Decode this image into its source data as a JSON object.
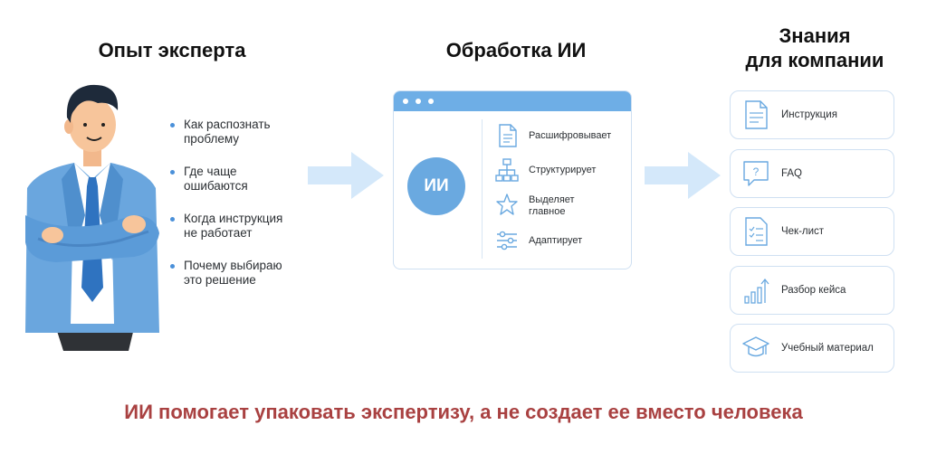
{
  "colors": {
    "accent": "#6aa9e0",
    "arrow": "#d4e8fa",
    "tagline": "#a94141"
  },
  "columns": {
    "expert_title": "Опыт эксперта",
    "ai_title": "Обработка ИИ",
    "knowledge_title_line1": "Знания",
    "knowledge_title_line2": "для компании"
  },
  "bullets": [
    {
      "line1": "Как распознать",
      "line2": "проблему"
    },
    {
      "line1": "Где чаще",
      "line2": "ошибаются"
    },
    {
      "line1": "Когда инструкция",
      "line2": "не работает"
    },
    {
      "line1": "Почему выбираю",
      "line2": "это решение"
    }
  ],
  "ai_window": {
    "badge": "ИИ",
    "steps": [
      {
        "label": "Расшифровывает",
        "icon": "document-icon"
      },
      {
        "label": "Структурирует",
        "icon": "hierarchy-icon"
      },
      {
        "label": "Выделяет главное",
        "icon": "star-icon"
      },
      {
        "label": "Адаптирует",
        "icon": "sliders-icon"
      }
    ]
  },
  "outputs": [
    {
      "label": "Инструкция",
      "icon": "document-icon"
    },
    {
      "label": "FAQ",
      "icon": "question-bubble-icon"
    },
    {
      "label": "Чек-лист",
      "icon": "checklist-icon"
    },
    {
      "label": "Разбор кейса",
      "icon": "growth-chart-icon"
    },
    {
      "label": "Учебный материал",
      "icon": "graduation-cap-icon"
    }
  ],
  "tagline": "ИИ помогает упаковать экспертизу, а не создает ее вместо человека"
}
